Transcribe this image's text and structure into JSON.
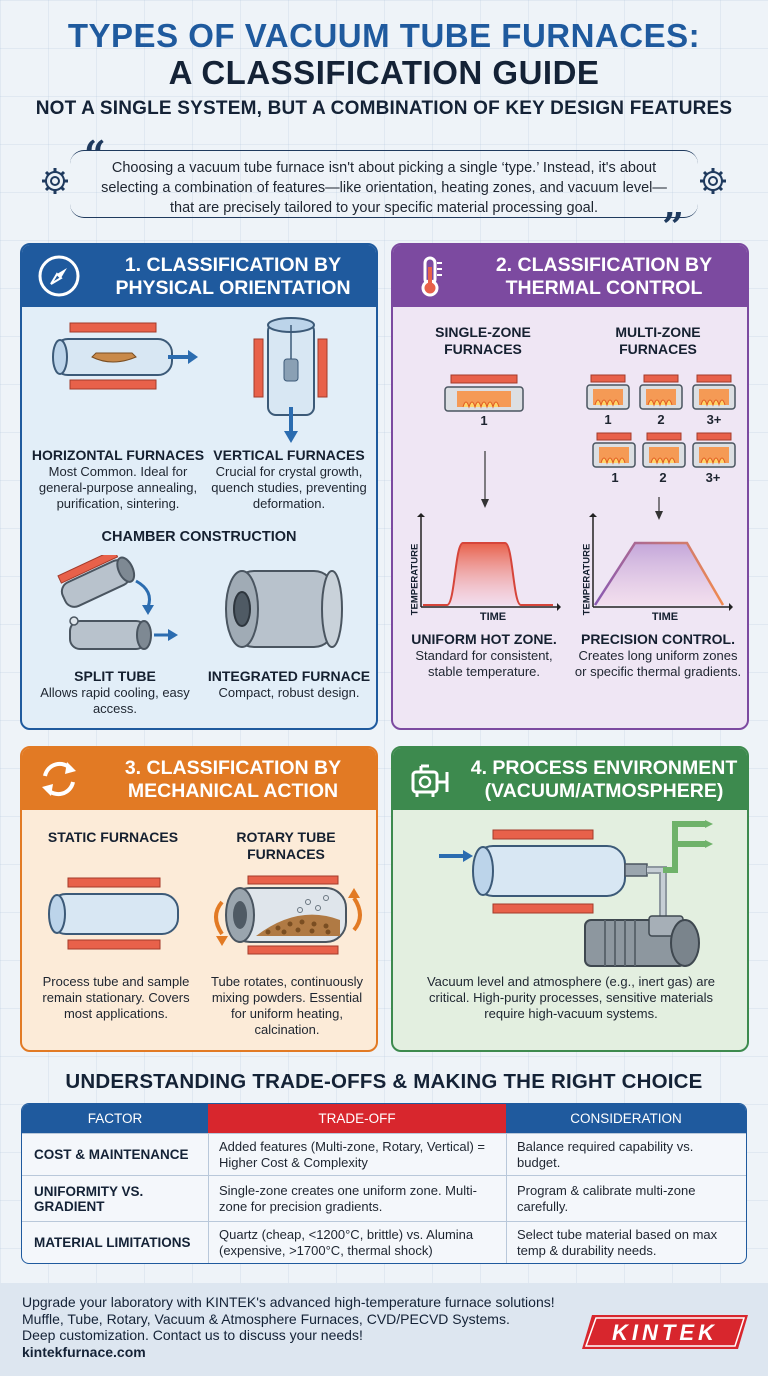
{
  "header": {
    "title_line1": "TYPES OF VACUUM TUBE FURNACES:",
    "title_line2": "A CLASSIFICATION GUIDE",
    "subtitle": "NOT A SINGLE SYSTEM, BUT A COMBINATION OF KEY DESIGN FEATURES"
  },
  "quote": {
    "text": "Choosing a vacuum tube furnace isn't about picking a single ‘type.’ Instead, it's about selecting a combination of features—like orientation, heating zones, and vacuum level—that are precisely tailored to your specific material processing goal."
  },
  "panel1": {
    "title": "1. CLASSIFICATION BY PHYSICAL ORIENTATION",
    "horizontal_label": "HORIZONTAL FURNACES",
    "horizontal_desc": "Most Common. Ideal for general-purpose annealing, purification, sintering.",
    "vertical_label": "VERTICAL FURNACES",
    "vertical_desc": "Crucial for crystal growth, quench studies, preventing deformation.",
    "chamber_title": "CHAMBER CONSTRUCTION",
    "split_label": "SPLIT TUBE",
    "split_desc": "Allows rapid cooling, easy access.",
    "integrated_label": "INTEGRATED FURNACE",
    "integrated_desc": "Compact, robust design."
  },
  "panel2": {
    "title": "2. CLASSIFICATION BY THERMAL CONTROL",
    "single_label": "SINGLE-ZONE FURNACES",
    "multi_label": "MULTI-ZONE FURNACES",
    "single_zone_num": "1",
    "multi_zone_nums": [
      "1",
      "2",
      "3+"
    ],
    "axis_y": "TEMPERATURE",
    "axis_x": "TIME",
    "single_result": "UNIFORM HOT ZONE.",
    "single_desc": "Standard for consistent, stable temperature.",
    "multi_result": "PRECISION CONTROL.",
    "multi_desc": "Creates long uniform zones or specific thermal gradients."
  },
  "panel3": {
    "title": "3. CLASSIFICATION BY MECHANICAL ACTION",
    "static_label": "STATIC FURNACES",
    "rotary_label": "ROTARY TUBE FURNACES",
    "static_desc": "Process tube and sample remain stationary. Covers most applications.",
    "rotary_desc": "Tube rotates, continuously mixing powders. Essential for uniform heating, calcination."
  },
  "panel4": {
    "title": "4. PROCESS ENVIRONMENT (VACUUM/ATMOSPHERE)",
    "desc": "Vacuum level and atmosphere (e.g., inert gas) are critical. High-purity processes, sensitive materials require high-vacuum systems."
  },
  "tradeoffs": {
    "title": "UNDERSTANDING TRADE-OFFS & MAKING THE RIGHT CHOICE",
    "headers": [
      "FACTOR",
      "TRADE-OFF",
      "CONSIDERATION"
    ],
    "rows": [
      {
        "factor": "COST & MAINTENANCE",
        "tradeoff": "Added features (Multi-zone, Rotary, Vertical) = Higher Cost & Complexity",
        "consideration": "Balance required capability vs. budget."
      },
      {
        "factor": "UNIFORMITY VS. GRADIENT",
        "tradeoff": "Single-zone creates one uniform zone. Multi-zone for precision gradients.",
        "consideration": "Program & calibrate multi-zone carefully."
      },
      {
        "factor": "MATERIAL LIMITATIONS",
        "tradeoff": "Quartz (cheap, <1200°C, brittle) vs. Alumina (expensive, >1700°C, thermal shock)",
        "consideration": "Select tube material based on max temp & durability needs."
      }
    ]
  },
  "footer": {
    "line1": "Upgrade your laboratory with KINTEK's advanced high-temperature furnace solutions!",
    "line2": "Muffle, Tube, Rotary, Vacuum & Atmosphere Furnaces, CVD/PECVD Systems.",
    "line3": "Deep customization. Contact us to discuss your needs!",
    "url": "kintekfurnace.com",
    "logo_text": "KINTEK"
  },
  "colors": {
    "blue": "#1f5a9e",
    "purple": "#7c4aa0",
    "orange": "#e27a24",
    "green": "#3d8a4e",
    "red": "#d8262d",
    "heater": "#e8614a"
  }
}
